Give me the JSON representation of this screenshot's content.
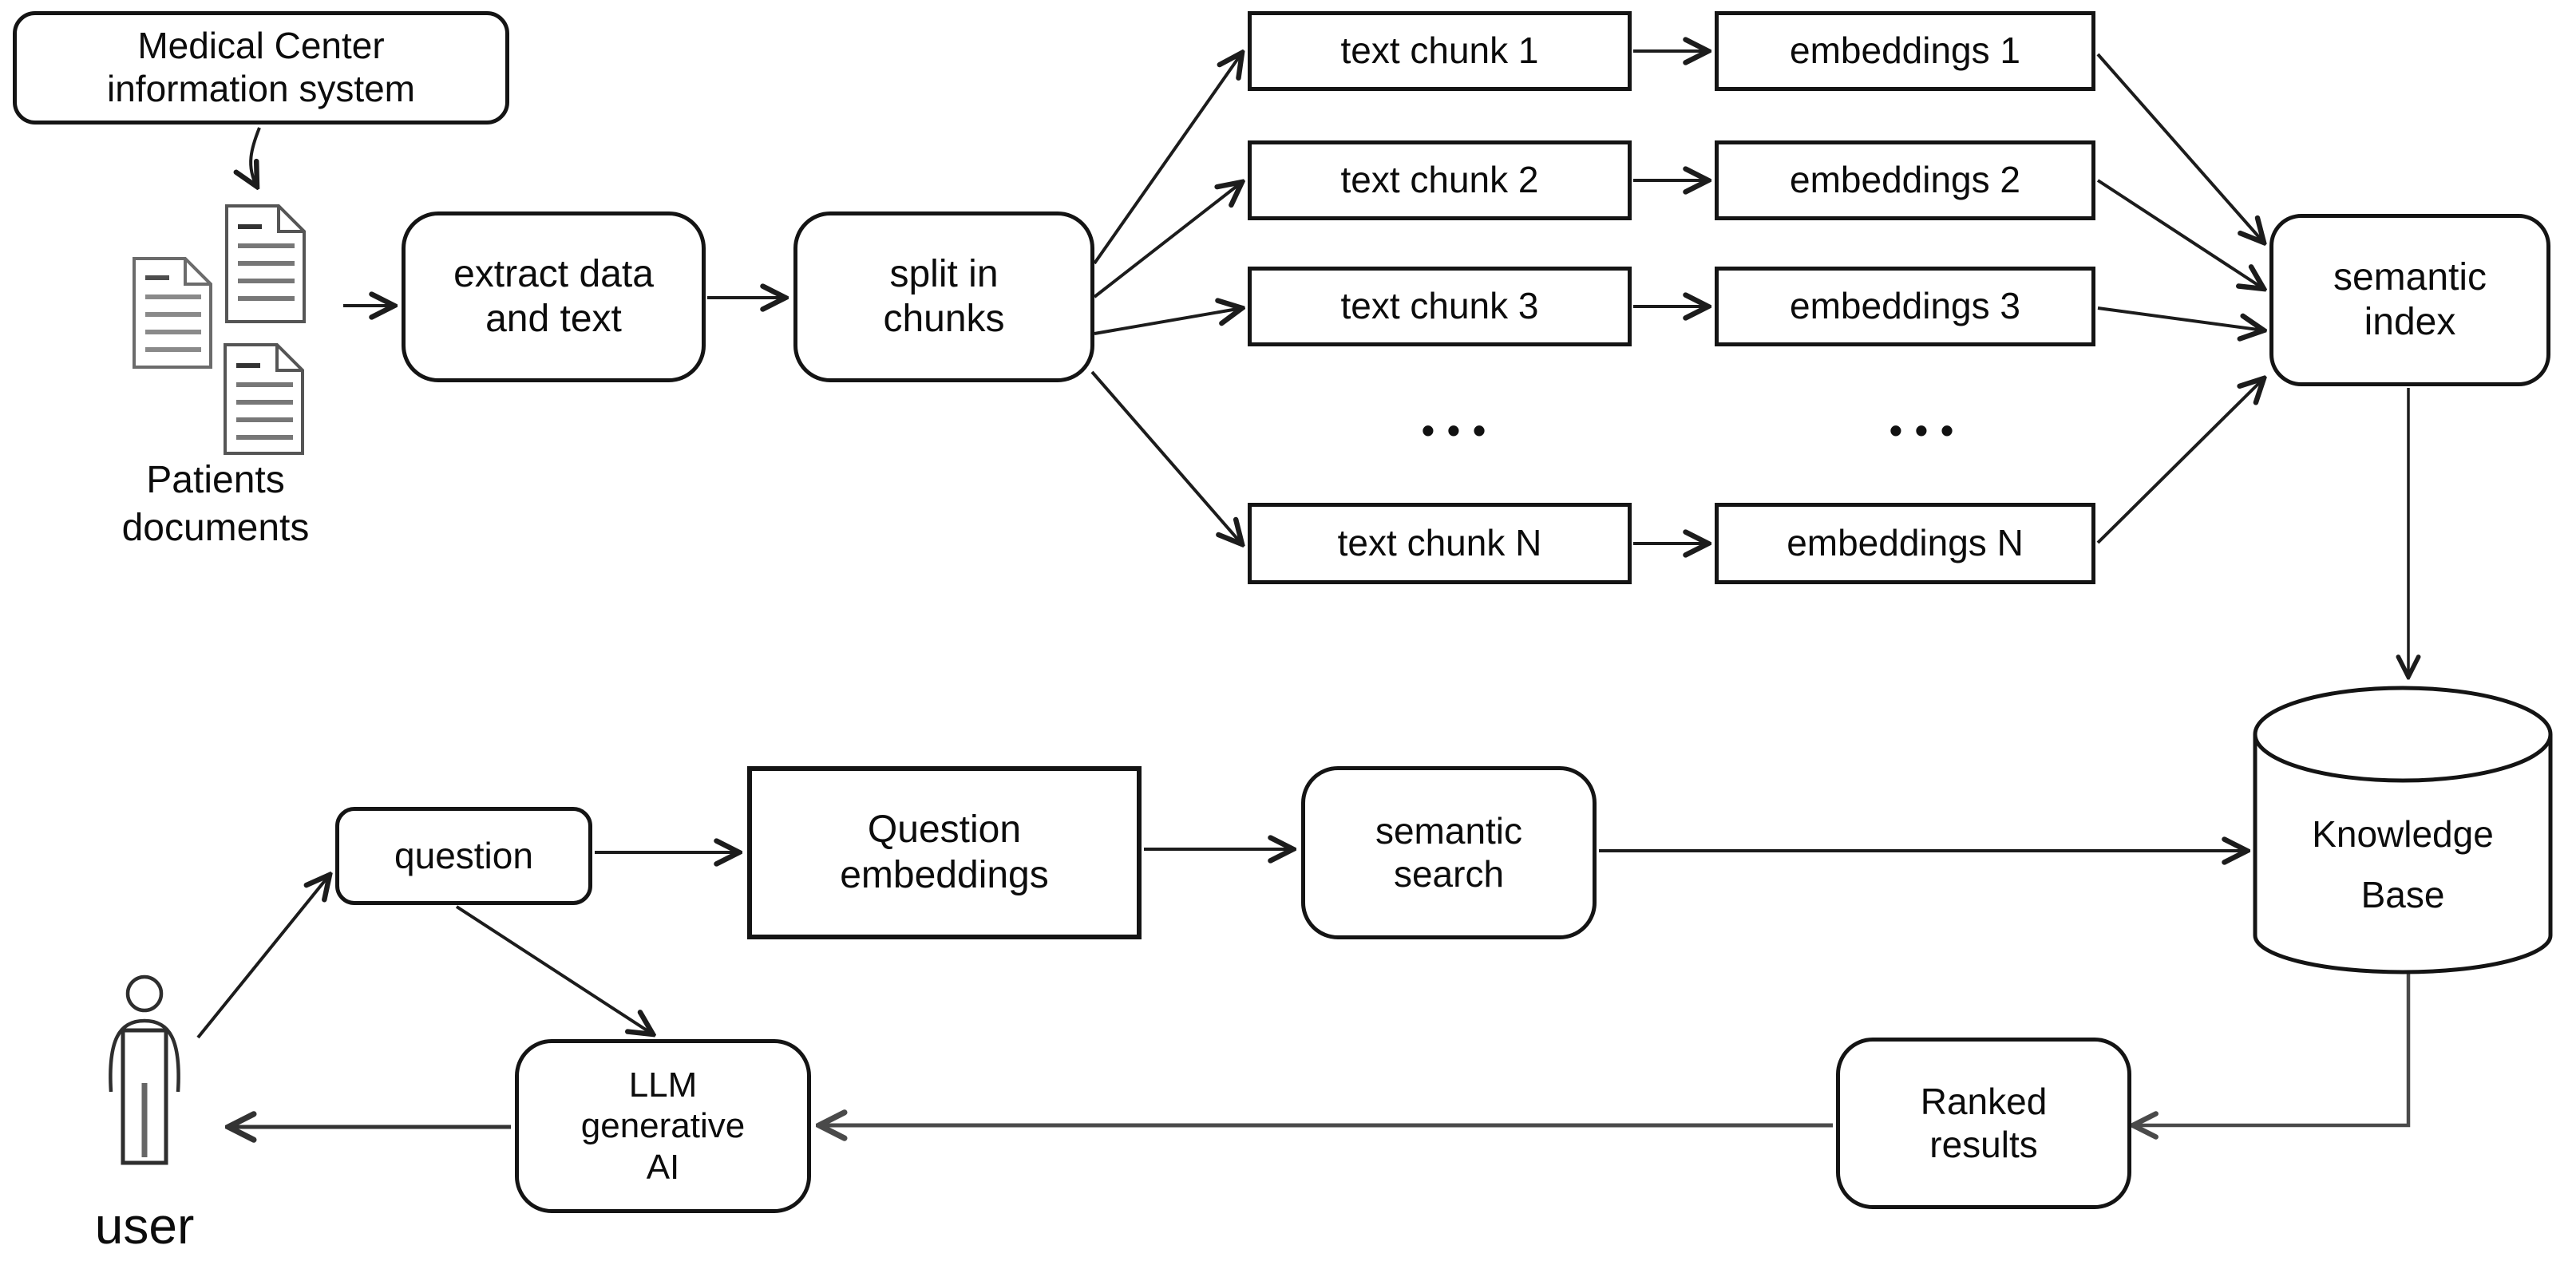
{
  "palette": {
    "ink": "#141414",
    "line": "#1c1c1c",
    "gray_line": "#4a4a4a",
    "background": "#ffffff"
  },
  "nodes": {
    "medical_center": "Medical Center\ninformation system",
    "patients_documents": "Patients\ndocuments",
    "extract_data": "extract data\nand text",
    "split_chunks": "split in\nchunks",
    "chunks": [
      "text chunk 1",
      "text chunk 2",
      "text chunk 3",
      "text chunk N"
    ],
    "embeddings": [
      "embeddings 1",
      "embeddings 2",
      "embeddings 3",
      "embeddings N"
    ],
    "ellipsis": "•••",
    "semantic_index": "semantic\nindex",
    "knowledge_base": "Knowledge\nBase",
    "question": "question",
    "question_embeddings": "Question\nembeddings",
    "semantic_search": "semantic\nsearch",
    "ranked_results": "Ranked\nresults",
    "llm_generative_ai": "LLM\ngenerative\nAI",
    "user": "user"
  }
}
